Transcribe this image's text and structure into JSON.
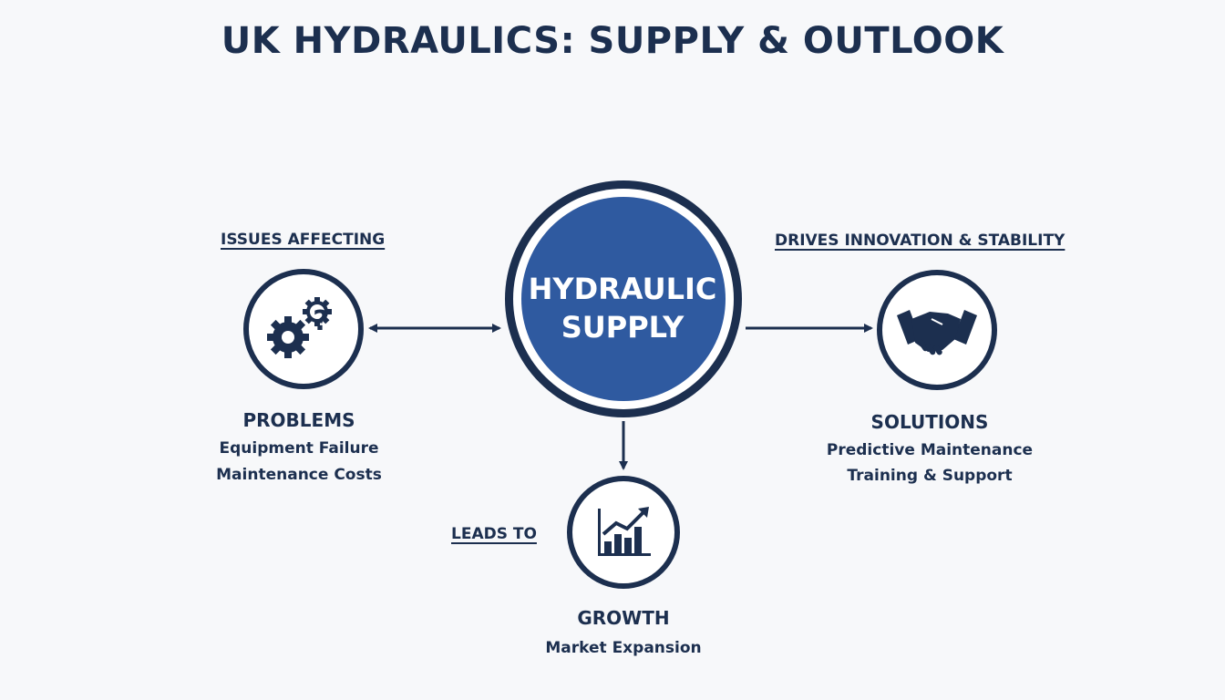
{
  "title": "UK HYDRAULICS: SUPPLY & OUTLOOK",
  "center": {
    "line1": "HYDRAULIC",
    "line2": "SUPPLY"
  },
  "links": {
    "left": "ISSUES AFFECTING",
    "right": "DRIVES INNOVATION & STABILITY",
    "bottom": "LEADS TO"
  },
  "problems": {
    "heading": "PROBLEMS",
    "items": [
      "Equipment Failure",
      "Maintenance Costs"
    ],
    "icon": "gears-question-icon"
  },
  "solutions": {
    "heading": "SOLUTIONS",
    "items": [
      "Predictive Maintenance",
      "Training & Support"
    ],
    "icon": "handshake-icon"
  },
  "growth": {
    "heading": "GROWTH",
    "items": [
      "Market Expansion"
    ],
    "icon": "growth-chart-icon"
  },
  "colors": {
    "navy": "#1c2f4f",
    "center_fill": "#2f5aa0",
    "background": "#f7f8fa"
  }
}
